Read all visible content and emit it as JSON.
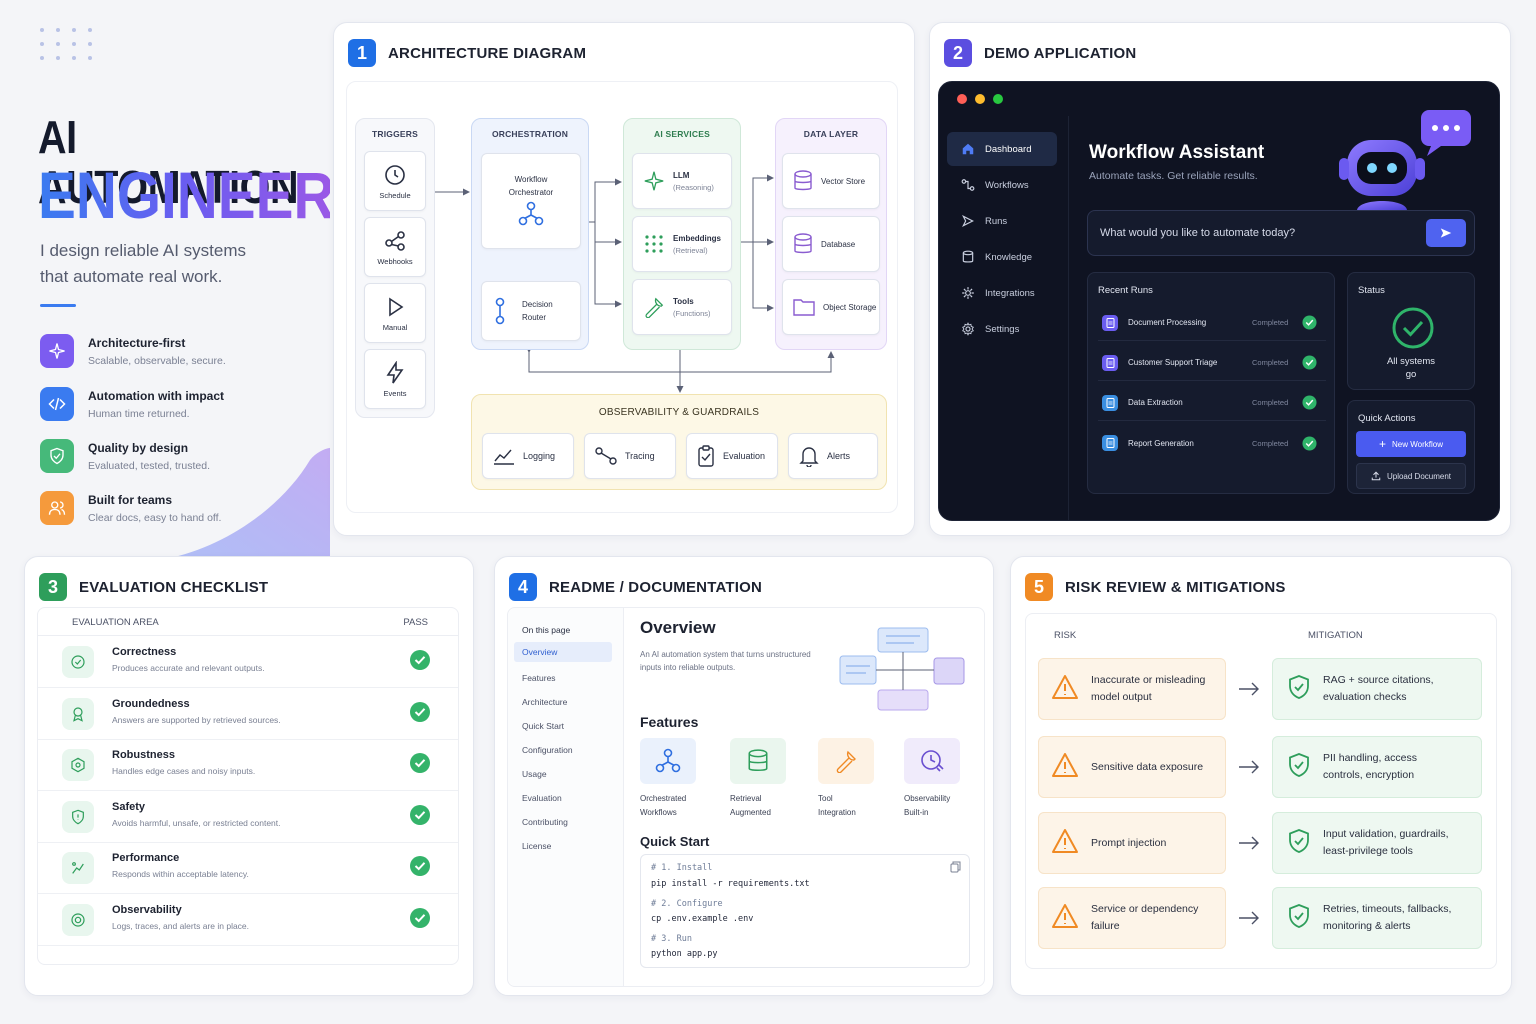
{
  "hero": {
    "title_line1": "AI AUTOMATION",
    "title_line2": "ENGINEER",
    "tagline_line1": "I design reliable AI systems",
    "tagline_line2": "that automate real work.",
    "features": [
      {
        "title": "Architecture-first",
        "subtitle": "Scalable, observable, secure.",
        "color": "#7c5cf0"
      },
      {
        "title": "Automation with impact",
        "subtitle": "Human time returned.",
        "color": "#3a7bf0"
      },
      {
        "title": "Quality by design",
        "subtitle": "Evaluated, tested, trusted.",
        "color": "#46b97a"
      },
      {
        "title": "Built for teams",
        "subtitle": "Clear docs, easy to hand off.",
        "color": "#f59a3c"
      }
    ]
  },
  "architecture": {
    "number": "1",
    "title": "ARCHITECTURE DIAGRAM",
    "triggers": {
      "title": "TRIGGERS",
      "items": [
        "Schedule",
        "Webhooks",
        "Manual",
        "Events"
      ]
    },
    "orchestration": {
      "title": "ORCHESTRATION",
      "items": [
        {
          "line1": "Workflow",
          "line2": "Orchestrator"
        },
        {
          "line1": "Decision",
          "line2": "Router"
        }
      ]
    },
    "ai_services": {
      "title": "AI SERVICES",
      "items": [
        {
          "name": "LLM",
          "sub": "(Reasoning)"
        },
        {
          "name": "Embeddings",
          "sub": "(Retrieval)"
        },
        {
          "name": "Tools",
          "sub": "(Functions)"
        }
      ]
    },
    "data_layer": {
      "title": "DATA LAYER",
      "items": [
        "Vector Store",
        "Database",
        "Object Storage"
      ]
    },
    "observability": {
      "title": "OBSERVABILITY & GUARDRAILS",
      "items": [
        "Logging",
        "Tracing",
        "Evaluation",
        "Alerts"
      ]
    }
  },
  "demo": {
    "number": "2",
    "title": "DEMO APPLICATION",
    "nav": [
      "Dashboard",
      "Workflows",
      "Runs",
      "Knowledge",
      "Integrations",
      "Settings"
    ],
    "assistant_title": "Workflow Assistant",
    "assistant_subtitle": "Automate tasks. Get reliable results.",
    "prompt_placeholder": "What would you like to automate today?",
    "recent_runs_title": "Recent Runs",
    "runs": [
      {
        "name": "Document Processing",
        "status": "Completed"
      },
      {
        "name": "Customer Support Triage",
        "status": "Completed"
      },
      {
        "name": "Data Extraction",
        "status": "Completed"
      },
      {
        "name": "Report Generation",
        "status": "Completed"
      }
    ],
    "status_title": "Status",
    "status_line1": "All systems",
    "status_line2": "go",
    "quick_actions_title": "Quick Actions",
    "new_workflow_label": "New Workflow",
    "upload_label": "Upload Document"
  },
  "evaluation": {
    "number": "3",
    "title": "EVALUATION CHECKLIST",
    "col_area": "EVALUATION AREA",
    "col_pass": "PASS",
    "rows": [
      {
        "title": "Correctness",
        "subtitle": "Produces accurate and relevant outputs."
      },
      {
        "title": "Groundedness",
        "subtitle": "Answers are supported by retrieved sources."
      },
      {
        "title": "Robustness",
        "subtitle": "Handles edge cases and noisy inputs."
      },
      {
        "title": "Safety",
        "subtitle": "Avoids harmful, unsafe, or restricted content."
      },
      {
        "title": "Performance",
        "subtitle": "Responds within acceptable latency."
      },
      {
        "title": "Observability",
        "subtitle": "Logs, traces, and alerts are in place."
      }
    ]
  },
  "readme": {
    "number": "4",
    "title": "README / DOCUMENTATION",
    "toc_title": "On this page",
    "toc": [
      "Overview",
      "Features",
      "Architecture",
      "Quick Start",
      "Configuration",
      "Usage",
      "Evaluation",
      "Contributing",
      "License"
    ],
    "overview_title": "Overview",
    "overview_line1": "An AI automation system that turns unstructured",
    "overview_line2": "inputs into reliable outputs.",
    "features_title": "Features",
    "features": [
      {
        "line1": "Orchestrated",
        "line2": "Workflows"
      },
      {
        "line1": "Retrieval",
        "line2": "Augmented"
      },
      {
        "line1": "Tool",
        "line2": "Integration"
      },
      {
        "line1": "Observability",
        "line2": "Built-in"
      }
    ],
    "quickstart_title": "Quick Start",
    "code": [
      {
        "comment": "# 1. Install",
        "cmd": "pip install -r requirements.txt"
      },
      {
        "comment": "# 2. Configure",
        "cmd": "cp .env.example .env"
      },
      {
        "comment": "# 3. Run",
        "cmd": "python app.py"
      }
    ]
  },
  "risk": {
    "number": "5",
    "title": "RISK REVIEW & MITIGATIONS",
    "col_risk": "RISK",
    "col_mitigation": "MITIGATION",
    "rows": [
      {
        "risk_l1": "Inaccurate or misleading",
        "risk_l2": "model output",
        "mit_l1": "RAG + source citations,",
        "mit_l2": "evaluation checks"
      },
      {
        "risk_l1": "Sensitive data exposure",
        "risk_l2": "",
        "mit_l1": "PII handling, access",
        "mit_l2": "controls, encryption"
      },
      {
        "risk_l1": "Prompt injection",
        "risk_l2": "",
        "mit_l1": "Input validation, guardrails,",
        "mit_l2": "least-privilege tools"
      },
      {
        "risk_l1": "Service or dependency",
        "risk_l2": "failure",
        "mit_l1": "Retries, timeouts, fallbacks,",
        "mit_l2": "monitoring & alerts"
      }
    ]
  },
  "colors": {
    "blue": "#1f6fe5",
    "purple": "#5b4ee0",
    "green": "#2e9e5b",
    "orange": "#f08a24"
  }
}
